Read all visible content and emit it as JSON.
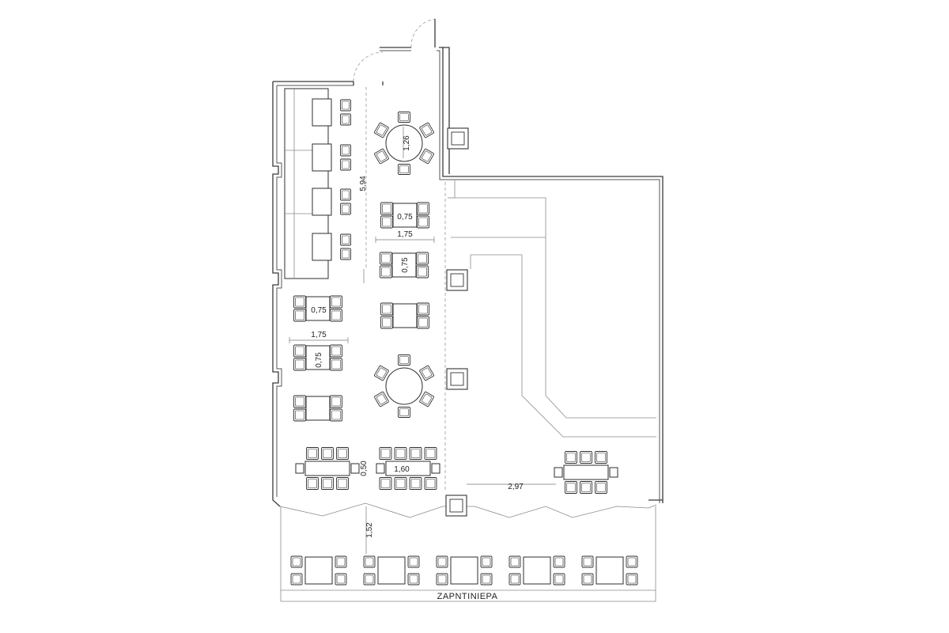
{
  "labels": {
    "zone": "ΖΑΡΝΤΙΝΙΕΡΑ",
    "dim_594": "5,94",
    "dim_126": "1,26",
    "dim_075_a": "0,75",
    "dim_175_a": "1,75",
    "dim_075_b": "0,75",
    "dim_075_c": "0,75",
    "dim_175_b": "1,75",
    "dim_075_d": "0,75",
    "dim_050": "0,50",
    "dim_160": "1,60",
    "dim_297": "2,97",
    "dim_152": "1,52"
  }
}
